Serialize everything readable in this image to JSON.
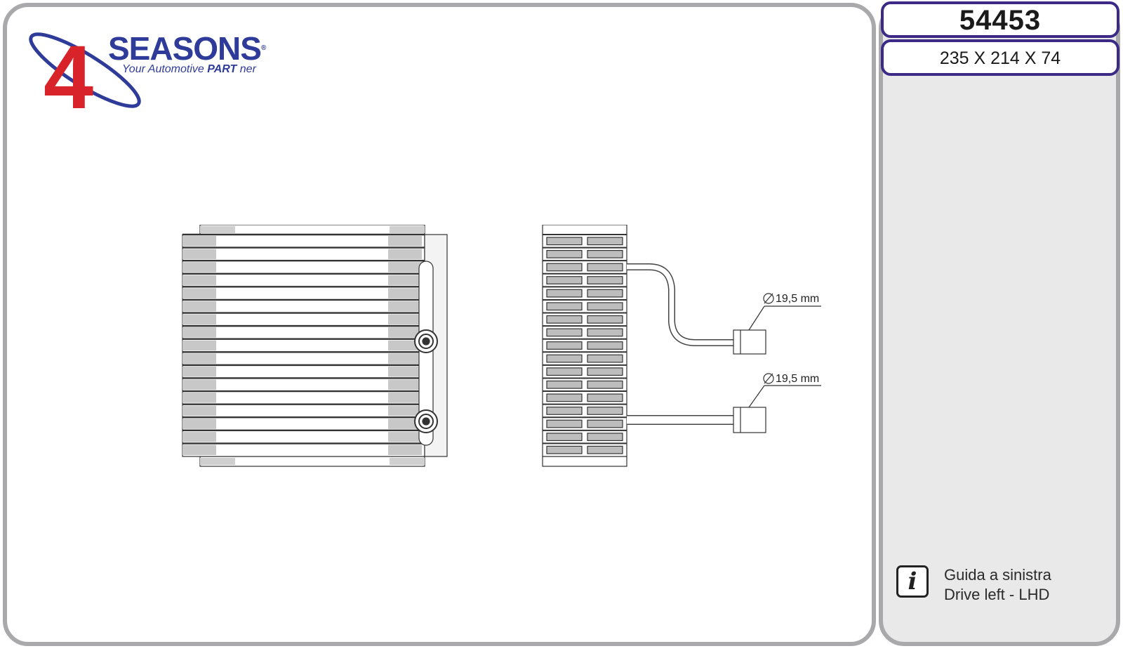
{
  "product": {
    "code": "54453",
    "dimensions": "235 X 214 X 74"
  },
  "brand": {
    "name": "SEASONS",
    "numeral": "4",
    "tagline_prefix": "Your Automotive ",
    "tagline_bold": "PART",
    "tagline_suffix": " ner",
    "colors": {
      "red": "#d8232a",
      "blue": "#2f3b99"
    }
  },
  "drawing": {
    "inlet_diameter_label": "19,5 mm",
    "outlet_diameter_label": "19,5 mm"
  },
  "notes": {
    "icon": "info-icon",
    "line1": "Guida a sinistra",
    "line2": "Drive left - LHD"
  },
  "colors": {
    "frame": "#a9a9ab",
    "box_border": "#3b2a86",
    "side_bg": "#e9e9ea"
  }
}
